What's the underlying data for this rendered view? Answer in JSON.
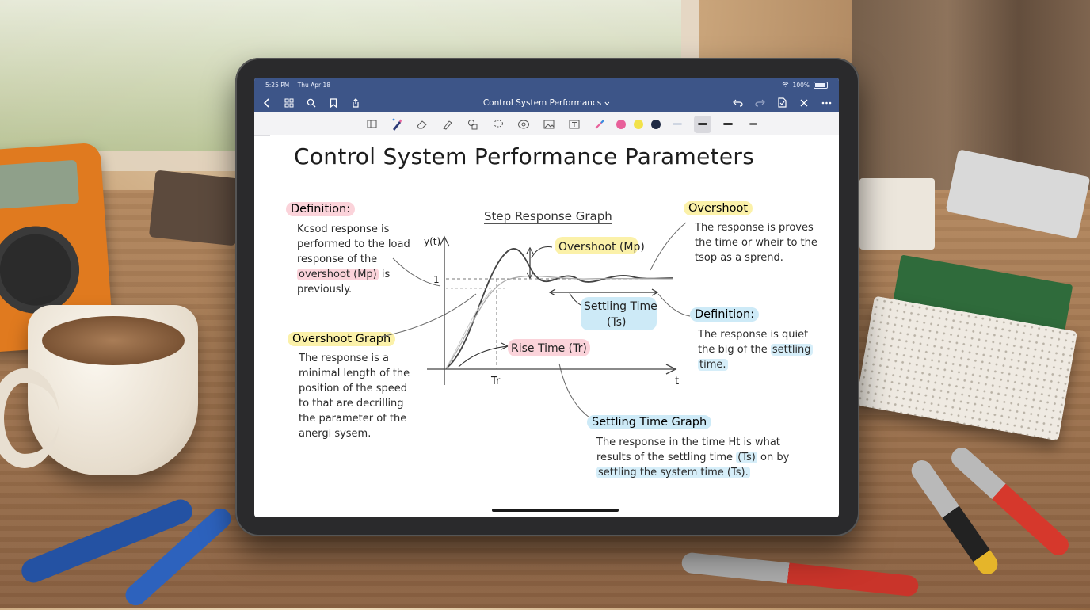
{
  "status_bar": {
    "time": "5:25 PM",
    "date": "Thu Apr 18",
    "battery": "100%"
  },
  "nav": {
    "title": "Control System Performancs",
    "back_icon": "chevron-left-icon",
    "left_icons": [
      "grid-icon",
      "search-icon",
      "bookmark-icon",
      "share-icon"
    ],
    "right_icons": [
      "undo-icon",
      "redo-icon",
      "document-icon",
      "close-icon",
      "more-icon"
    ]
  },
  "toolbar": {
    "tools": [
      "page-layout-icon",
      "pen-icon",
      "eraser-icon",
      "highlighter-icon",
      "shapes-icon",
      "lasso-icon",
      "sticker-icon",
      "image-icon",
      "text-icon",
      "laser-pointer-icon"
    ],
    "colors": [
      "#e8609a",
      "#f2e24a",
      "#1f2a44",
      "#d4dbe6"
    ],
    "active_tool": "pen-icon"
  },
  "note": {
    "title": "Control System Performance Parameters",
    "definition_left": {
      "label": "Definition:",
      "lines": [
        "Kcsod response is",
        "performed to the load",
        "response of the",
        "previously."
      ],
      "highlight": "overshoot (Mp)",
      "highlight_suffix": "is"
    },
    "overshoot_graph": {
      "label": "Overshoot Graph",
      "lines": [
        "The response is a",
        "minimal length of the",
        "position of the speed",
        "to that are decrilling",
        "the parameter of the",
        "anergi sysem."
      ]
    },
    "overshoot_right": {
      "label": "Overshoot",
      "lines": [
        "The response is proves",
        "the time or wheir to the",
        "tsop as a sprend."
      ]
    },
    "definition_right": {
      "label": "Definition:",
      "line1": "The response is quiet",
      "line2_prefix": "the big of the",
      "line2_hl": "settling",
      "line3": "time."
    },
    "settling_graph": {
      "label": "Settling Time Graph",
      "line1": "The response in the time Ht is what",
      "line2_prefix": "results of the settling time",
      "line2_hl": "(Ts)",
      "line2_suffix": "on by",
      "line3_hl": "settling the system time (Ts)."
    },
    "graph": {
      "title": "Step Response Graph",
      "y_axis_label": "y(t)",
      "x_axis_label": "t",
      "steady_state_label": "1",
      "tr_tick_label": "Tr",
      "overshoot_label": "Overshoot (Mp)",
      "settling_label_line1": "Settling Time",
      "settling_label_line2": "(Ts)",
      "rise_label": "Rise Time (Tr)"
    }
  }
}
